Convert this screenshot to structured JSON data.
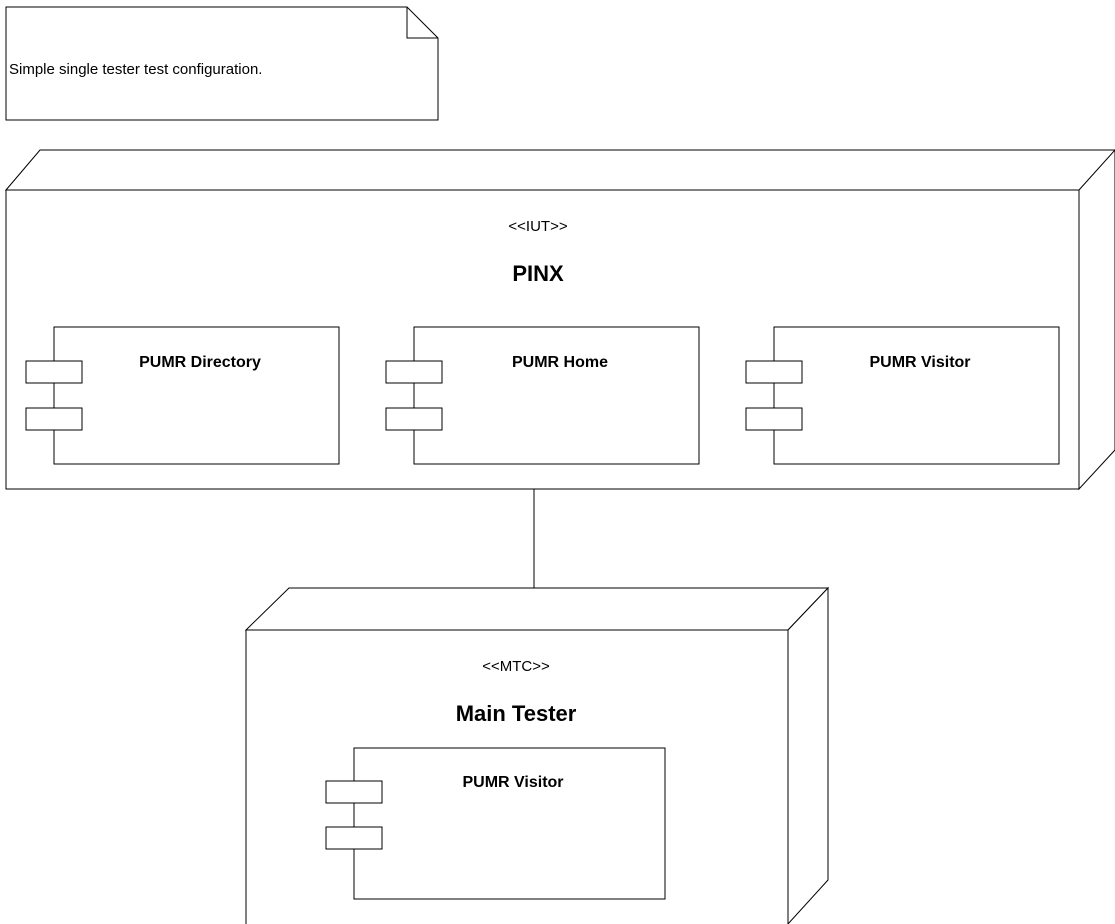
{
  "note": {
    "text": "Simple single tester test configuration."
  },
  "nodes": [
    {
      "stereotype": "<<IUT>>",
      "name": "PINX",
      "components": [
        "PUMR Directory",
        "PUMR Home",
        "PUMR Visitor"
      ]
    },
    {
      "stereotype": "<<MTC>>",
      "name": "Main Tester",
      "components": [
        "PUMR Visitor"
      ]
    }
  ]
}
